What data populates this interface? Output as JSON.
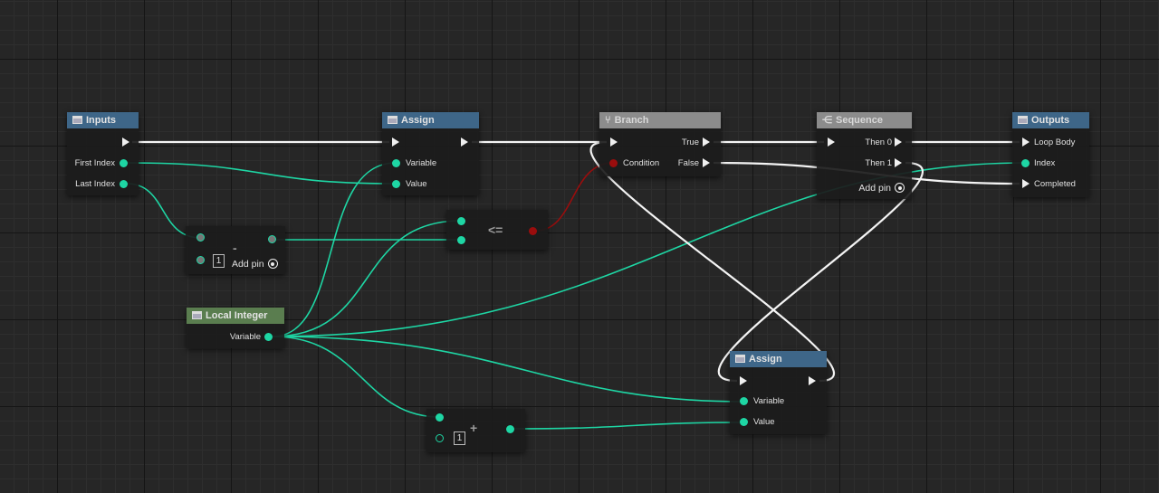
{
  "colors": {
    "int_wire": "#1ed6a4",
    "exec_wire": "#ffffff",
    "bool_wire": "#9a0d0d",
    "func_header": "#3e6688",
    "flow_header": "#8c8c8c",
    "var_header": "#5a7d4f"
  },
  "nodes": {
    "inputs": {
      "title": "Inputs",
      "pins": [
        "First Index",
        "Last Index"
      ]
    },
    "assign1": {
      "title": "Assign",
      "pins": [
        "Variable",
        "Value"
      ]
    },
    "subtract": {
      "op": "-",
      "const": "1",
      "add_pin": "Add pin"
    },
    "compare": {
      "op": "<="
    },
    "branch": {
      "title": "Branch",
      "condition": "Condition",
      "true_label": "True",
      "false_label": "False"
    },
    "sequence": {
      "title": "Sequence",
      "then0": "Then 0",
      "then1": "Then 1",
      "add_pin": "Add pin"
    },
    "outputs": {
      "title": "Outputs",
      "pins": [
        "Loop Body",
        "Index",
        "Completed"
      ]
    },
    "local_integer": {
      "title": "Local Integer",
      "pin": "Variable"
    },
    "assign2": {
      "title": "Assign",
      "pins": [
        "Variable",
        "Value"
      ]
    },
    "add": {
      "op": "+",
      "const": "1"
    }
  }
}
